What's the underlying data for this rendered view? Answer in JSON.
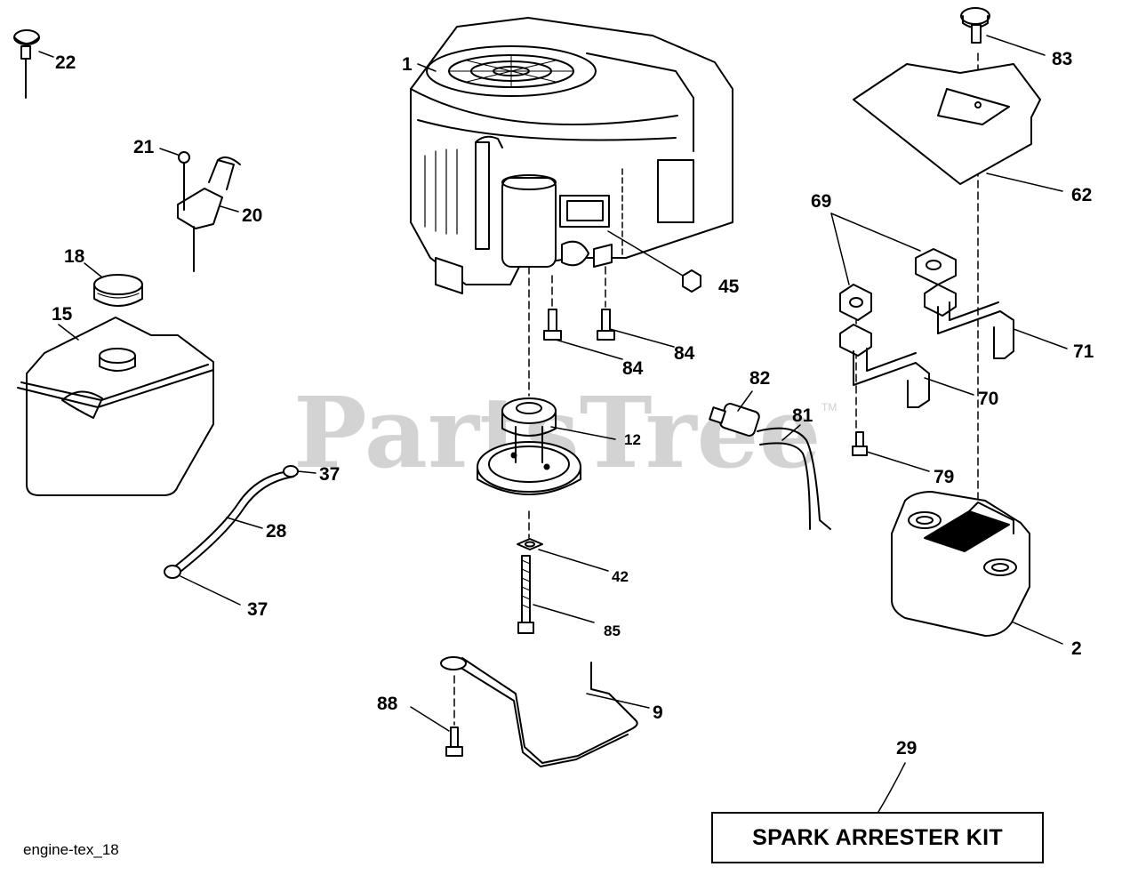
{
  "watermark": {
    "brand": "PartsTree",
    "trademark": "TM"
  },
  "diagram_code": "engine-tex_18",
  "kit_box_label": "SPARK ARRESTER KIT",
  "part_labels": {
    "p1": "1",
    "p2": "2",
    "p9": "9",
    "p12": "12",
    "p15": "15",
    "p18": "18",
    "p20": "20",
    "p21": "21",
    "p22": "22",
    "p28": "28",
    "p29": "29",
    "p37a": "37",
    "p37b": "37",
    "p42": "42",
    "p45": "45",
    "p62": "62",
    "p69": "69",
    "p70": "70",
    "p71": "71",
    "p79": "79",
    "p81": "81",
    "p82": "82",
    "p83": "83",
    "p84a": "84",
    "p84b": "84",
    "p85": "85",
    "p88": "88"
  }
}
